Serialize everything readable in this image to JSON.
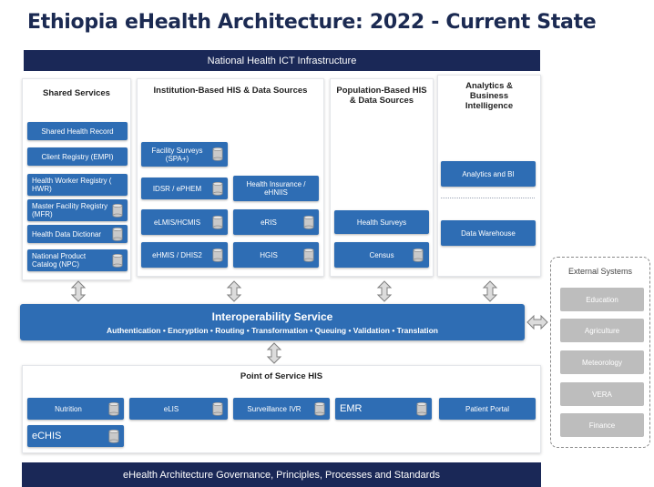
{
  "title": "Ethiopia eHealth Architecture:  2022 - Current State",
  "top_bar": "National Health ICT Infrastructure",
  "bottom_bar": "eHealth Architecture Governance, Principles, Processes and Standards",
  "panels": {
    "shared": {
      "title": "Shared Services",
      "items": [
        "Shared Health Record",
        "Client Registry (EMPI)",
        "Health Worker  Registry ( HWR)",
        "Master Facility Registry (MFR)",
        "Health Data Dictionar",
        "National Product Catalog  (NPC)"
      ]
    },
    "institution": {
      "title": "Institution-Based HIS & Data Sources",
      "items": [
        "Facility Surveys (SPA+)",
        "IDSR / ePHEM",
        "Health Insurance / eHNIIS",
        "eLMIS/HCMIS",
        "eRIS",
        "eHMIS / DHIS2",
        "HGIS"
      ]
    },
    "population": {
      "title": "Population-Based HIS & Data Sources",
      "items": [
        "Health Surveys",
        "Census"
      ]
    },
    "analytics": {
      "title": "Analytics & Business Intelligence",
      "items": [
        "Analytics and BI",
        "Data Warehouse"
      ]
    }
  },
  "interop": {
    "title": "Interoperability Service",
    "subtitle": "Authentication • Encryption • Routing • Transformation • Queuing • Validation • Translation"
  },
  "pos": {
    "title": "Point of Service HIS",
    "items": [
      "Nutrition",
      "eLIS",
      "Surveillance IVR",
      "EMR",
      "Patient Portal",
      "eCHIS"
    ]
  },
  "external": {
    "title": "External Systems",
    "items": [
      "Education",
      "Agriculture",
      "Meteorology",
      "VERA",
      "Finance"
    ]
  },
  "colors": {
    "navy": "#1a2857",
    "blue": "#2e6db4",
    "gray": "#bdbdbd",
    "title": "#1b2a52"
  }
}
